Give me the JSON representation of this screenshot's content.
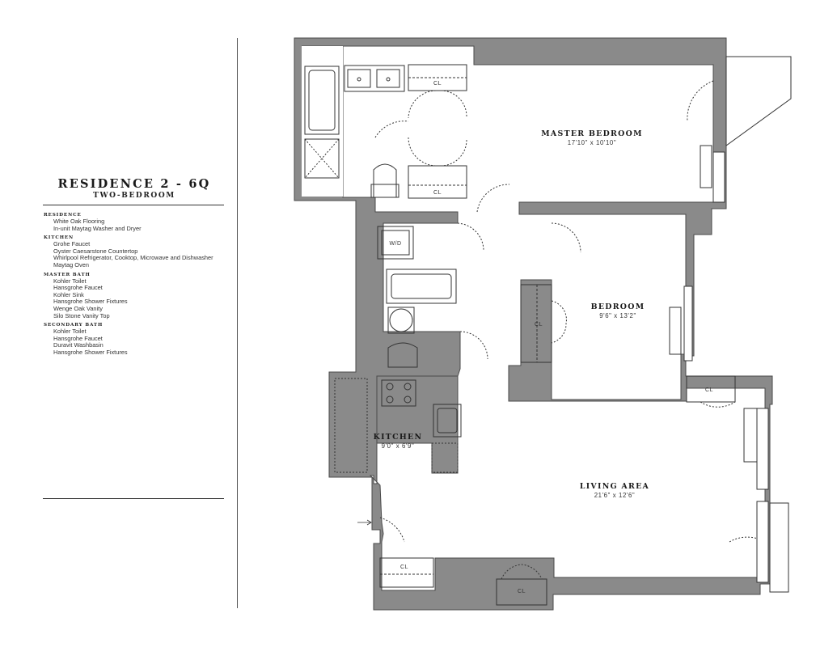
{
  "residence": {
    "title": "RESIDENCE 2 - 6Q",
    "subtitle": "TWO-BEDROOM"
  },
  "features": [
    {
      "heading": "RESIDENCE",
      "items": [
        "White Oak Flooring",
        "In-unit Maytag Washer and Dryer"
      ]
    },
    {
      "heading": "KITCHEN",
      "items": [
        "Grohe Faucet",
        "Oyster Caesarstone Countertop",
        "Whirlpool Refrigerator, Cooktop, Microwave and Dishwasher",
        "Maytag Oven"
      ]
    },
    {
      "heading": "MASTER BATH",
      "items": [
        "Kohler Toilet",
        "Hansgrohe Faucet",
        "Kohler Sink",
        "Hansgrohe Shower Fixtures",
        "Wenge Oak Vanity",
        "Silo Stone Vanity Top"
      ]
    },
    {
      "heading": "SECONDARY BATH",
      "items": [
        "Kohler Toilet",
        "Hansgrohe Faucet",
        "Duravit Washbasin",
        "Hansgrohe Shower Fixtures"
      ]
    }
  ],
  "plan": {
    "rooms": [
      {
        "id": "master-bedroom",
        "name": "MASTER BEDROOM",
        "dimensions": "17'10\" x 10'10\""
      },
      {
        "id": "bedroom",
        "name": "BEDROOM",
        "dimensions": "9'6\" x 13'2\""
      },
      {
        "id": "kitchen",
        "name": "KITCHEN",
        "dimensions": "9'0\" x 6'9\""
      },
      {
        "id": "living-area",
        "name": "LIVING AREA",
        "dimensions": "21'6\" x 12'6\""
      }
    ],
    "labels": {
      "closet": "CL",
      "washer_dryer": "W/D"
    },
    "colors": {
      "wall": "#8a8a8a",
      "wall_outline": "#4a4a4a",
      "floor": "#ffffff",
      "line": "#333333"
    }
  }
}
